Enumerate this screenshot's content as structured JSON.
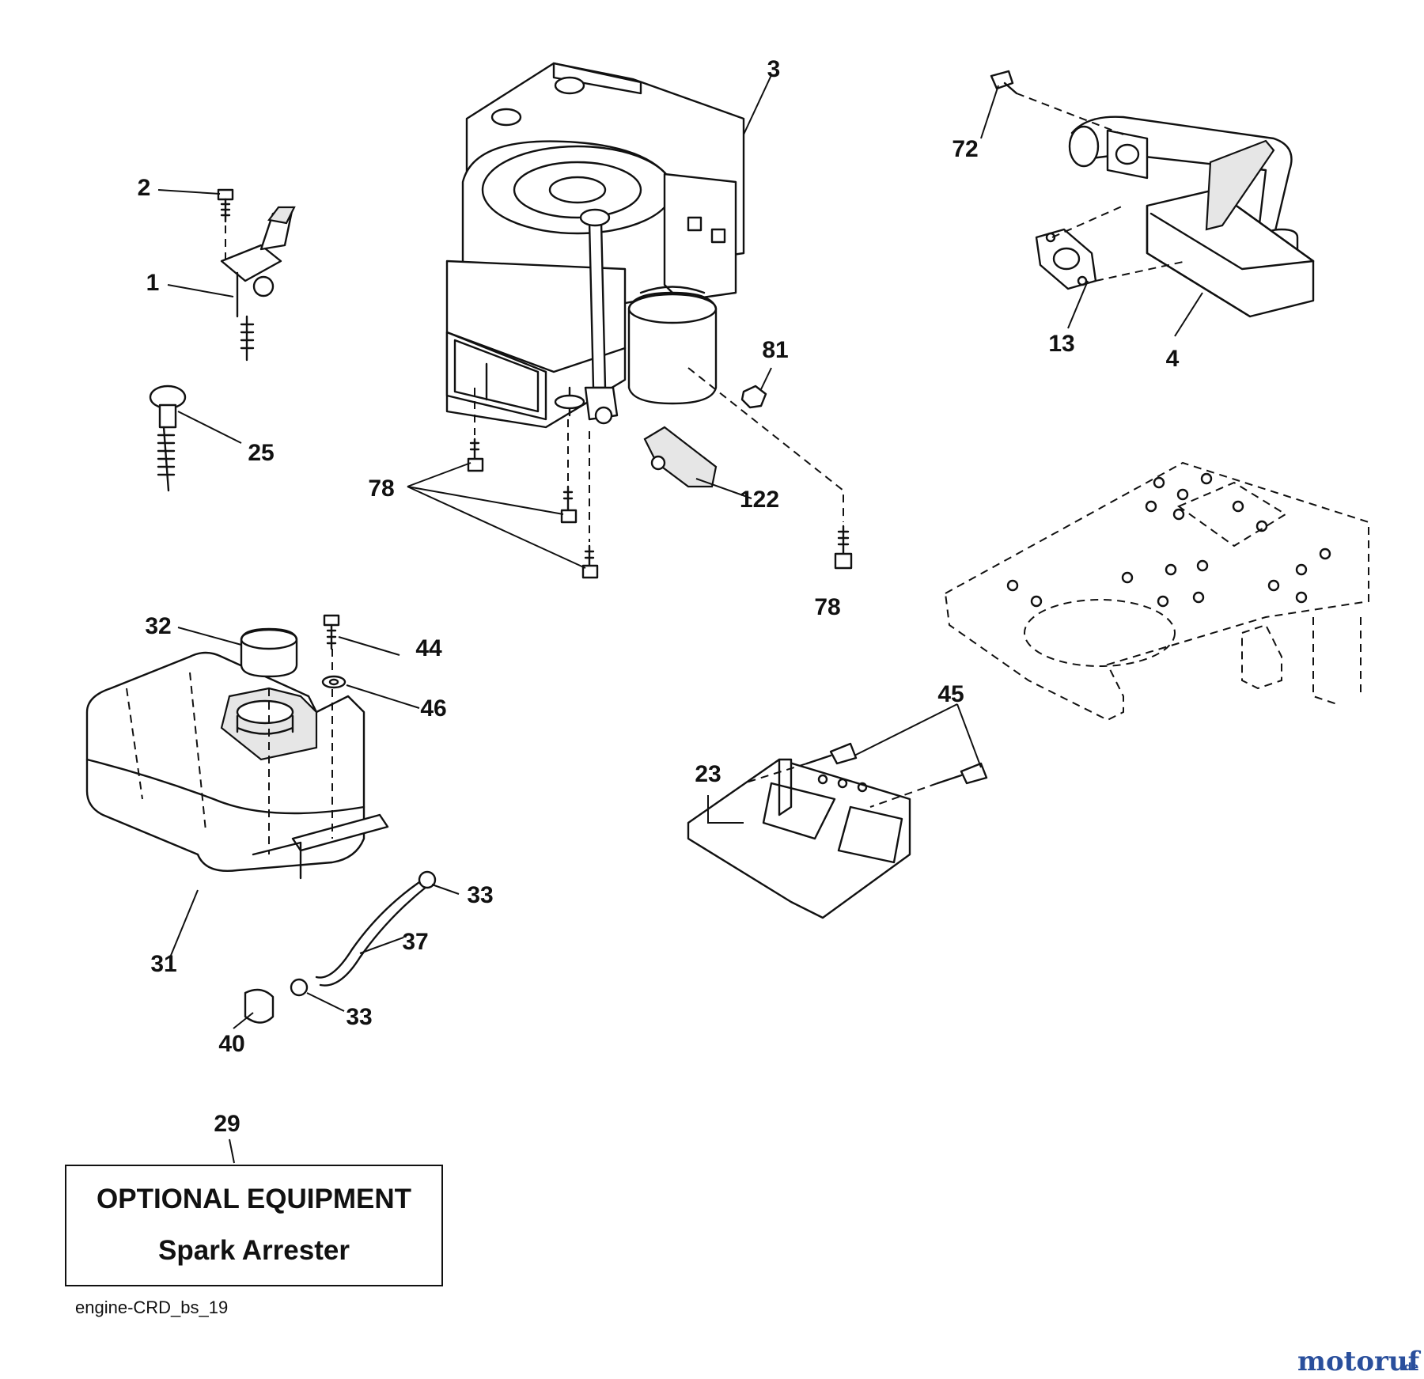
{
  "diagram": {
    "callouts": {
      "c1": "1",
      "c2": "2",
      "c3": "3",
      "c4": "4",
      "c13": "13",
      "c23": "23",
      "c25": "25",
      "c29": "29",
      "c31": "31",
      "c32": "32",
      "c33a": "33",
      "c33b": "33",
      "c37": "37",
      "c40": "40",
      "c44": "44",
      "c45": "45",
      "c46": "46",
      "c72": "72",
      "c78a": "78",
      "c78b": "78",
      "c81": "81",
      "c122": "122"
    },
    "optional_box": {
      "title": "OPTIONAL EQUIPMENT",
      "subtitle": "Spark Arrester"
    },
    "drawing_code": "engine-CRD_bs_19",
    "watermark": {
      "text": "motoruf",
      "suffix": ".de",
      "color": "#2a4f9c"
    }
  }
}
